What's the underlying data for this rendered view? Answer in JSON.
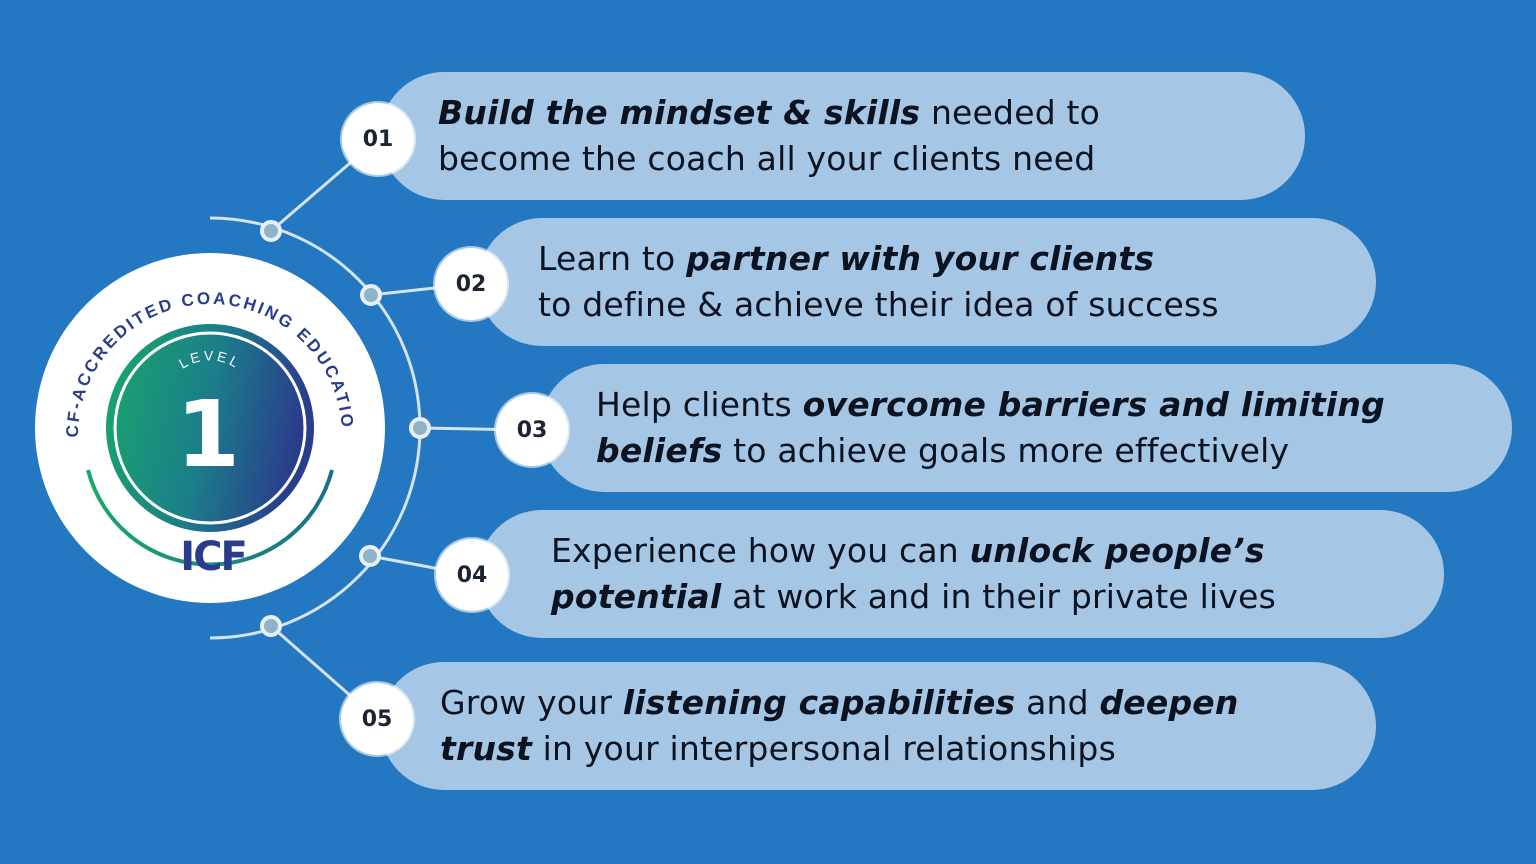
{
  "badge": {
    "arc_text": "ICF-ACCREDITED COACHING EDUCATION",
    "level_label": "LEVEL",
    "level_number": "1",
    "logo_text": "ICF"
  },
  "items": [
    {
      "number": "01",
      "lines": [
        [
          {
            "t": "Build the mindset & skills",
            "b": true
          },
          {
            "t": " needed to",
            "b": false
          }
        ],
        [
          {
            "t": "become the coach all your clients need",
            "b": false
          }
        ]
      ]
    },
    {
      "number": "02",
      "lines": [
        [
          {
            "t": "Learn to ",
            "b": false
          },
          {
            "t": "partner with your clients",
            "b": true
          }
        ],
        [
          {
            "t": "to define & achieve their idea of success",
            "b": false
          }
        ]
      ]
    },
    {
      "number": "03",
      "lines": [
        [
          {
            "t": "Help clients ",
            "b": false
          },
          {
            "t": "overcome barriers and limiting",
            "b": true
          }
        ],
        [
          {
            "t": "beliefs",
            "b": true
          },
          {
            "t": " to achieve goals more effectively",
            "b": false
          }
        ]
      ]
    },
    {
      "number": "04",
      "lines": [
        [
          {
            "t": "Experience how you can ",
            "b": false
          },
          {
            "t": "unlock people’s",
            "b": true
          }
        ],
        [
          {
            "t": "potential",
            "b": true
          },
          {
            "t": " at work and in their private lives",
            "b": false
          }
        ]
      ]
    },
    {
      "number": "05",
      "lines": [
        [
          {
            "t": "Grow your ",
            "b": false
          },
          {
            "t": "listening capabilities",
            "b": true
          },
          {
            "t": " and ",
            "b": false
          },
          {
            "t": "deepen",
            "b": true
          }
        ],
        [
          {
            "t": "trust",
            "b": true
          },
          {
            "t": " in your interpersonal relationships",
            "b": false
          }
        ]
      ]
    }
  ],
  "colors": {
    "background": "#2478c2",
    "pill": "#a5c6e4",
    "connector": "#d5e3ef",
    "node": "#8fb3c9",
    "gradient_start": "#1aa86a",
    "gradient_end": "#2a3c8c",
    "badge_text": "#2a3c8c"
  }
}
